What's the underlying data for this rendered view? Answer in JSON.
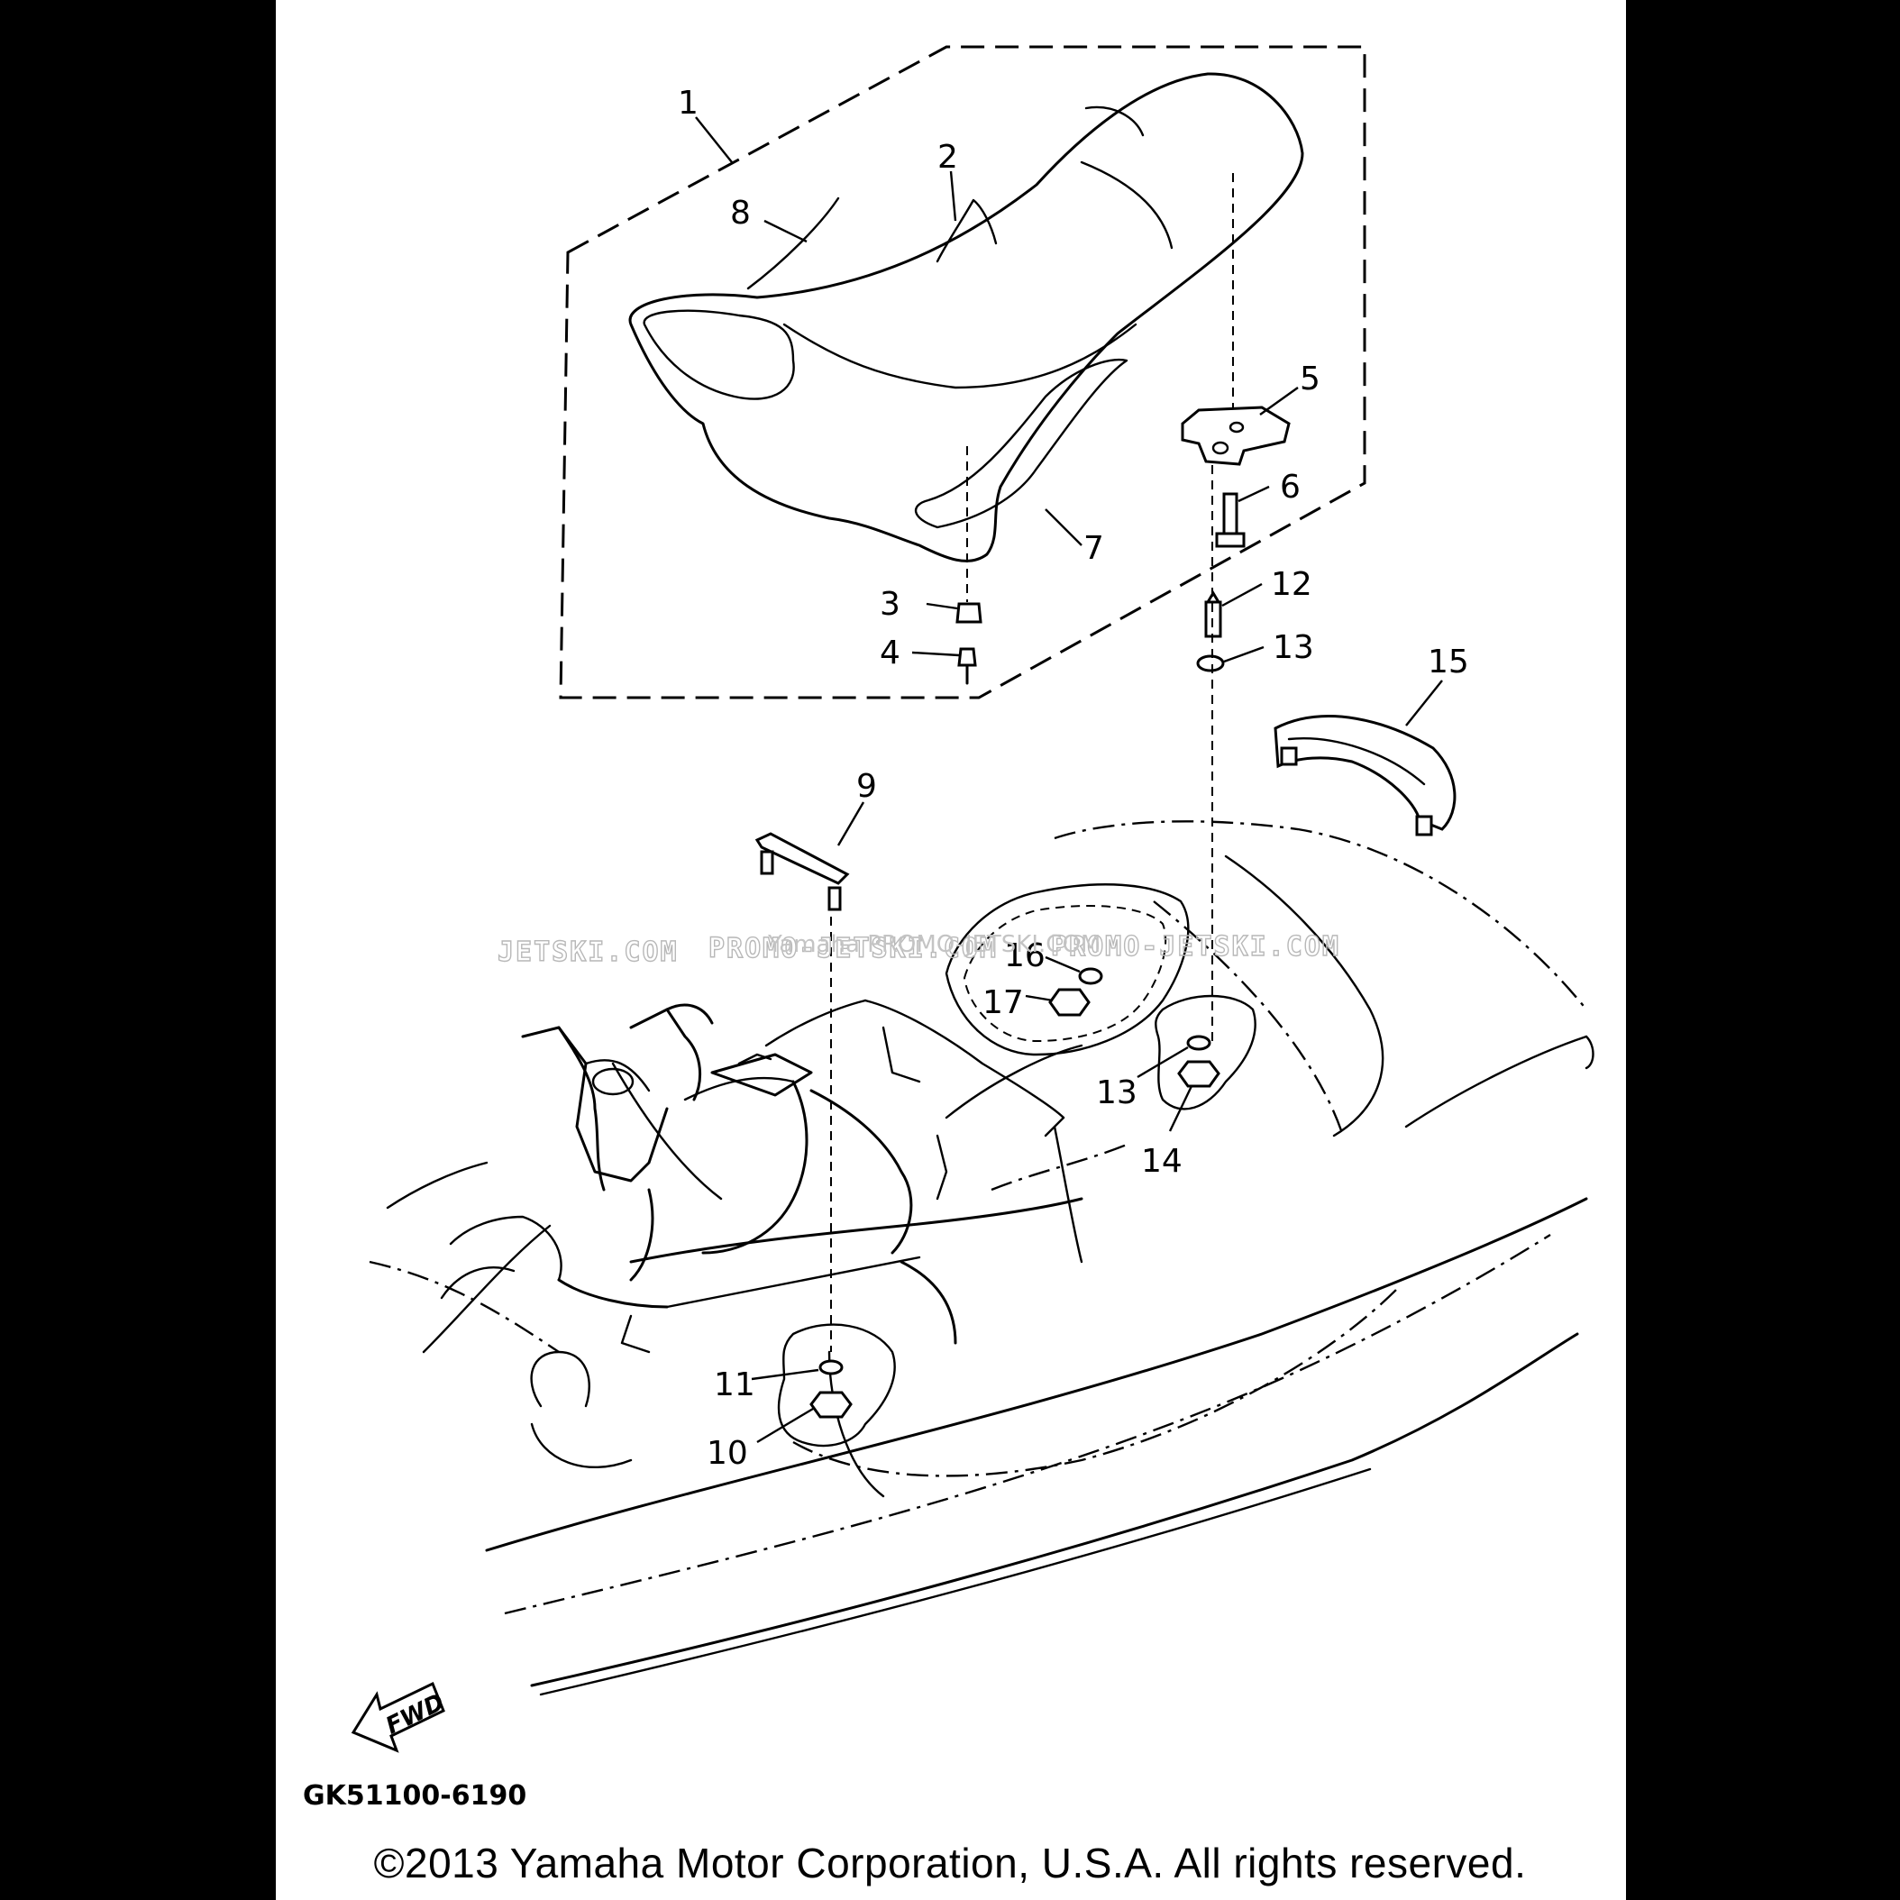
{
  "diagram": {
    "code": "GK51100-6190",
    "fwd_label": "FWD",
    "watermark_left": "JETSKI.COM",
    "watermark_right": "PROMO-JETSKI.COM",
    "watermark_center": "Yamaha PROMO-JETSKI.COM",
    "part_labels": [
      {
        "id": "1",
        "text": "1"
      },
      {
        "id": "2",
        "text": "2"
      },
      {
        "id": "3",
        "text": "3"
      },
      {
        "id": "4",
        "text": "4"
      },
      {
        "id": "5",
        "text": "5"
      },
      {
        "id": "6",
        "text": "6"
      },
      {
        "id": "7",
        "text": "7"
      },
      {
        "id": "8",
        "text": "8"
      },
      {
        "id": "9",
        "text": "9"
      },
      {
        "id": "10",
        "text": "10"
      },
      {
        "id": "11",
        "text": "11"
      },
      {
        "id": "12",
        "text": "12"
      },
      {
        "id": "13a",
        "text": "13"
      },
      {
        "id": "13b",
        "text": "13"
      },
      {
        "id": "14",
        "text": "14"
      },
      {
        "id": "15",
        "text": "15"
      },
      {
        "id": "16",
        "text": "16"
      },
      {
        "id": "17",
        "text": "17"
      }
    ]
  },
  "footer": {
    "copyright": "©2013 Yamaha Motor Corporation, U.S.A. All rights reserved."
  }
}
